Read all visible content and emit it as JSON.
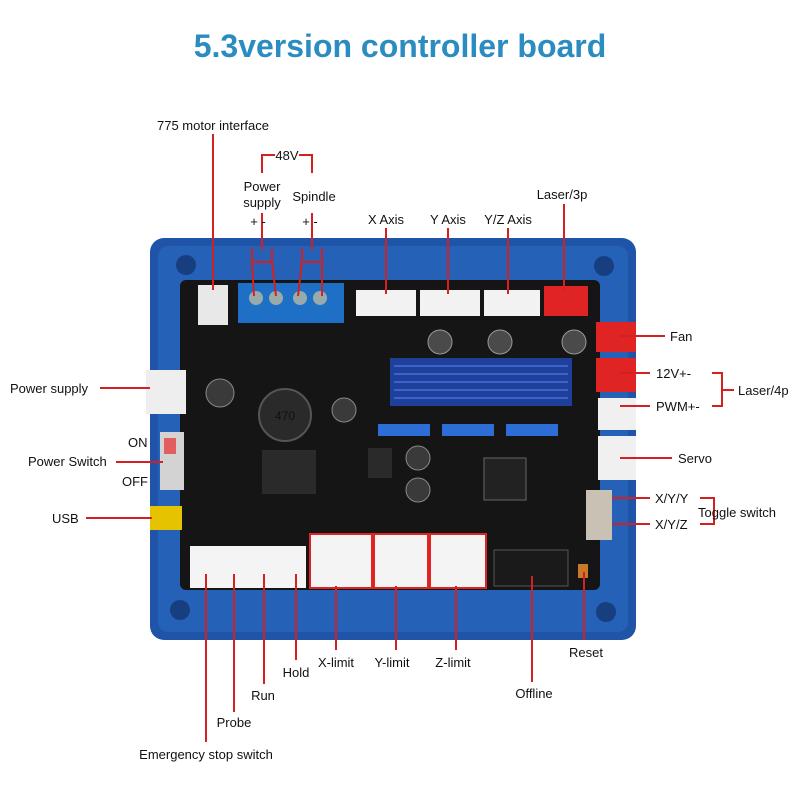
{
  "title": "5.3version controller board",
  "colors": {
    "title": "#2a8cc0",
    "leader": "#d42020",
    "frame": "#1f54a8",
    "pcb": "#151515"
  },
  "labels": {
    "motor_775": "775 motor interface",
    "v48": "48V",
    "power_supply_top": "Power\nsupply",
    "spindle": "Spindle",
    "plus_minus_1": "+  -",
    "plus_minus_2": "+  -",
    "x_axis": "X Axis",
    "y_axis": "Y Axis",
    "yz_axis": "Y/Z Axis",
    "laser_3p": "Laser/3p",
    "fan": "Fan",
    "v12": "12V+-",
    "pwm": "PWM+-",
    "laser_4p": "Laser/4p",
    "servo": "Servo",
    "xyy": "X/Y/Y",
    "toggle": "Toggle switch",
    "xyz": "X/Y/Z",
    "power_supply_left": "Power supply",
    "on": "ON",
    "power_switch": "Power Switch",
    "off": "OFF",
    "usb": "USB",
    "reset": "Reset",
    "offline": "Offline",
    "z_limit": "Z-limit",
    "y_limit": "Y-limit",
    "x_limit": "X-limit",
    "hold": "Hold",
    "run": "Run",
    "probe": "Probe",
    "estop": "Emergency stop switch"
  }
}
